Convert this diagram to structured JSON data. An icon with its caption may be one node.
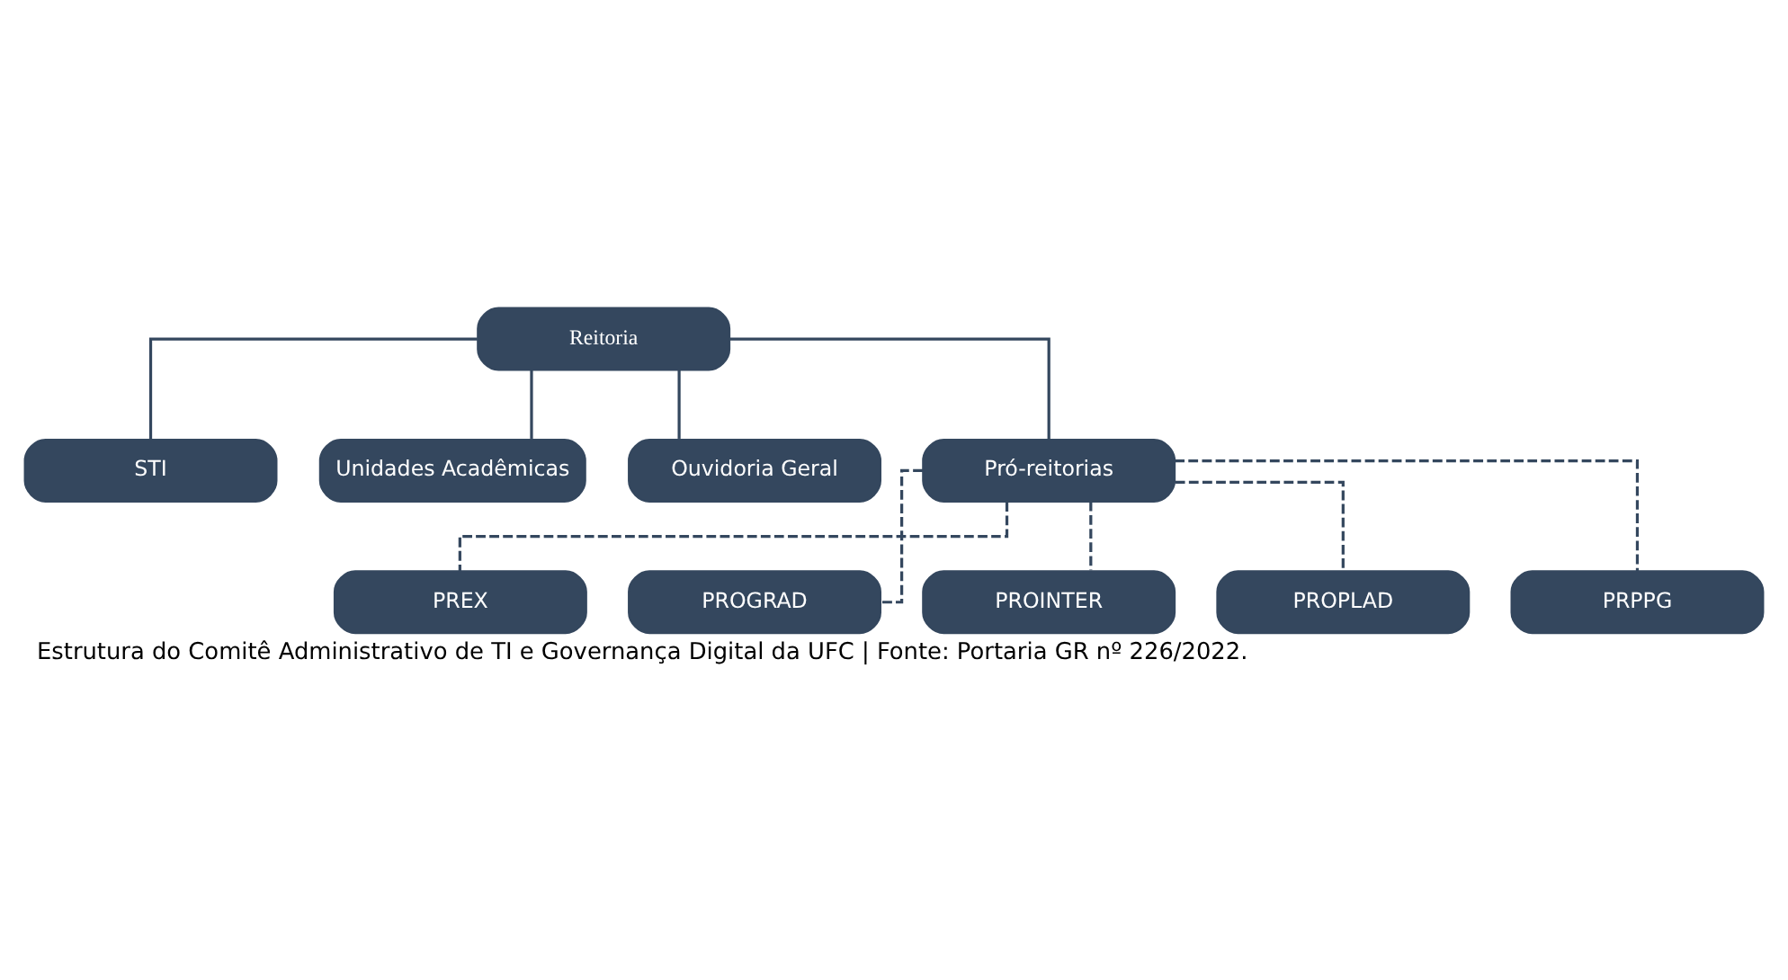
{
  "diagram": {
    "caption": "Estrutura do Comitê Administrativo de TI e Governança Digital da UFC | Fonte: Portaria GR nº 226/2022.",
    "nodes": [
      {
        "text": [
          "Reitoria"
        ]
      },
      {
        "text": [
          "STI"
        ]
      },
      {
        "text": [
          "Unidades Acadêmicas"
        ]
      },
      {
        "text": [
          "Ouvidoria Geral"
        ]
      },
      {
        "text": [
          "Pró-reitorias"
        ]
      },
      {
        "text": [
          "PREX"
        ]
      },
      {
        "text": [
          "PROGRAD"
        ]
      },
      {
        "text": [
          "PROINTER"
        ]
      },
      {
        "text": [
          "PROPLAD"
        ]
      },
      {
        "text": [
          "PRPPG"
        ]
      }
    ],
    "edges": [
      {
        "from": 0,
        "to": 1,
        "arrow": "none"
      },
      {
        "from": 0,
        "to": 2,
        "arrow": "none"
      },
      {
        "from": 0,
        "to": 3,
        "arrow": "none"
      },
      {
        "from": 0,
        "to": 4,
        "arrow": "none"
      },
      {
        "from": 4,
        "to": 5,
        "arrow": "none",
        "style": "dashed"
      },
      {
        "from": 4,
        "to": 6,
        "arrow": "none",
        "style": "dashed"
      },
      {
        "from": 4,
        "to": 7,
        "arrow": "none",
        "style": "dashed"
      },
      {
        "from": 4,
        "to": 8,
        "arrow": "none",
        "style": "dashed"
      },
      {
        "from": 4,
        "to": 9,
        "arrow": "none",
        "style": "dashed"
      }
    ]
  }
}
